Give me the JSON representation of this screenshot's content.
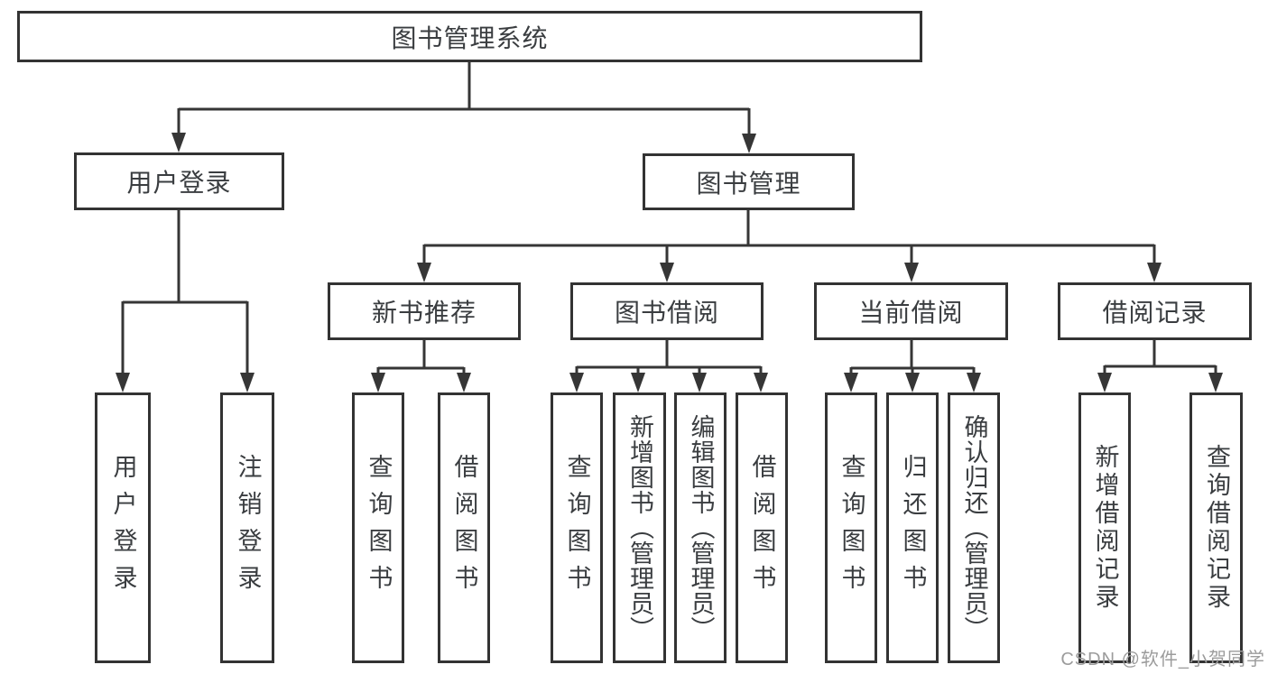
{
  "colors": {
    "background": "#ffffff",
    "line": "#363636",
    "box_border": "#333333",
    "text": "#3a3d40",
    "watermark": "#9c9c9c"
  },
  "watermark": {
    "text": "CSDN @软件_小贺同学"
  },
  "tree": {
    "root": {
      "label": "图书管理系统",
      "children": [
        {
          "label": "用户登录",
          "children": [
            {
              "label": "用户登录"
            },
            {
              "label": "注销登录"
            }
          ]
        },
        {
          "label": "图书管理",
          "children": [
            {
              "label": "新书推荐",
              "children": [
                {
                  "label": "查询图书"
                },
                {
                  "label": "借阅图书"
                }
              ]
            },
            {
              "label": "图书借阅",
              "children": [
                {
                  "label": "查询图书"
                },
                {
                  "label": "新增图书（管理员）"
                },
                {
                  "label": "编辑图书（管理员）"
                },
                {
                  "label": "借阅图书"
                }
              ]
            },
            {
              "label": "当前借阅",
              "children": [
                {
                  "label": "查询图书"
                },
                {
                  "label": "归还图书"
                },
                {
                  "label": "确认归还（管理员）"
                }
              ]
            },
            {
              "label": "借阅记录",
              "children": [
                {
                  "label": "新增借阅记录"
                },
                {
                  "label": "查询借阅记录"
                }
              ]
            }
          ]
        }
      ]
    }
  }
}
